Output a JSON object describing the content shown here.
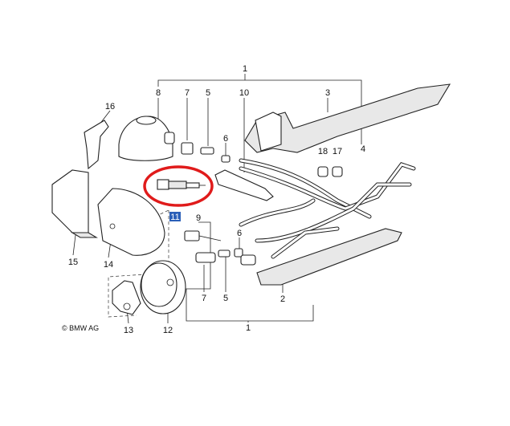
{
  "diagram": {
    "copyright": "© BMW AG",
    "highlight_color": "#e01b1b",
    "selected_label_color": "#2b5fb8",
    "callouts": {
      "top_1": "1",
      "c8": "8",
      "c7_top": "7",
      "c5_top": "5",
      "c10": "10",
      "c3": "3",
      "c16": "16",
      "c6_top": "6",
      "c18": "18",
      "c17": "17",
      "c4": "4",
      "c11": "11",
      "c9": "9",
      "c6_bottom": "6",
      "c15": "15",
      "c14": "14",
      "c2": "2",
      "c7_bottom": "7",
      "c5_bottom": "5",
      "c13": "13",
      "c12": "12",
      "bottom_1": "1"
    }
  }
}
